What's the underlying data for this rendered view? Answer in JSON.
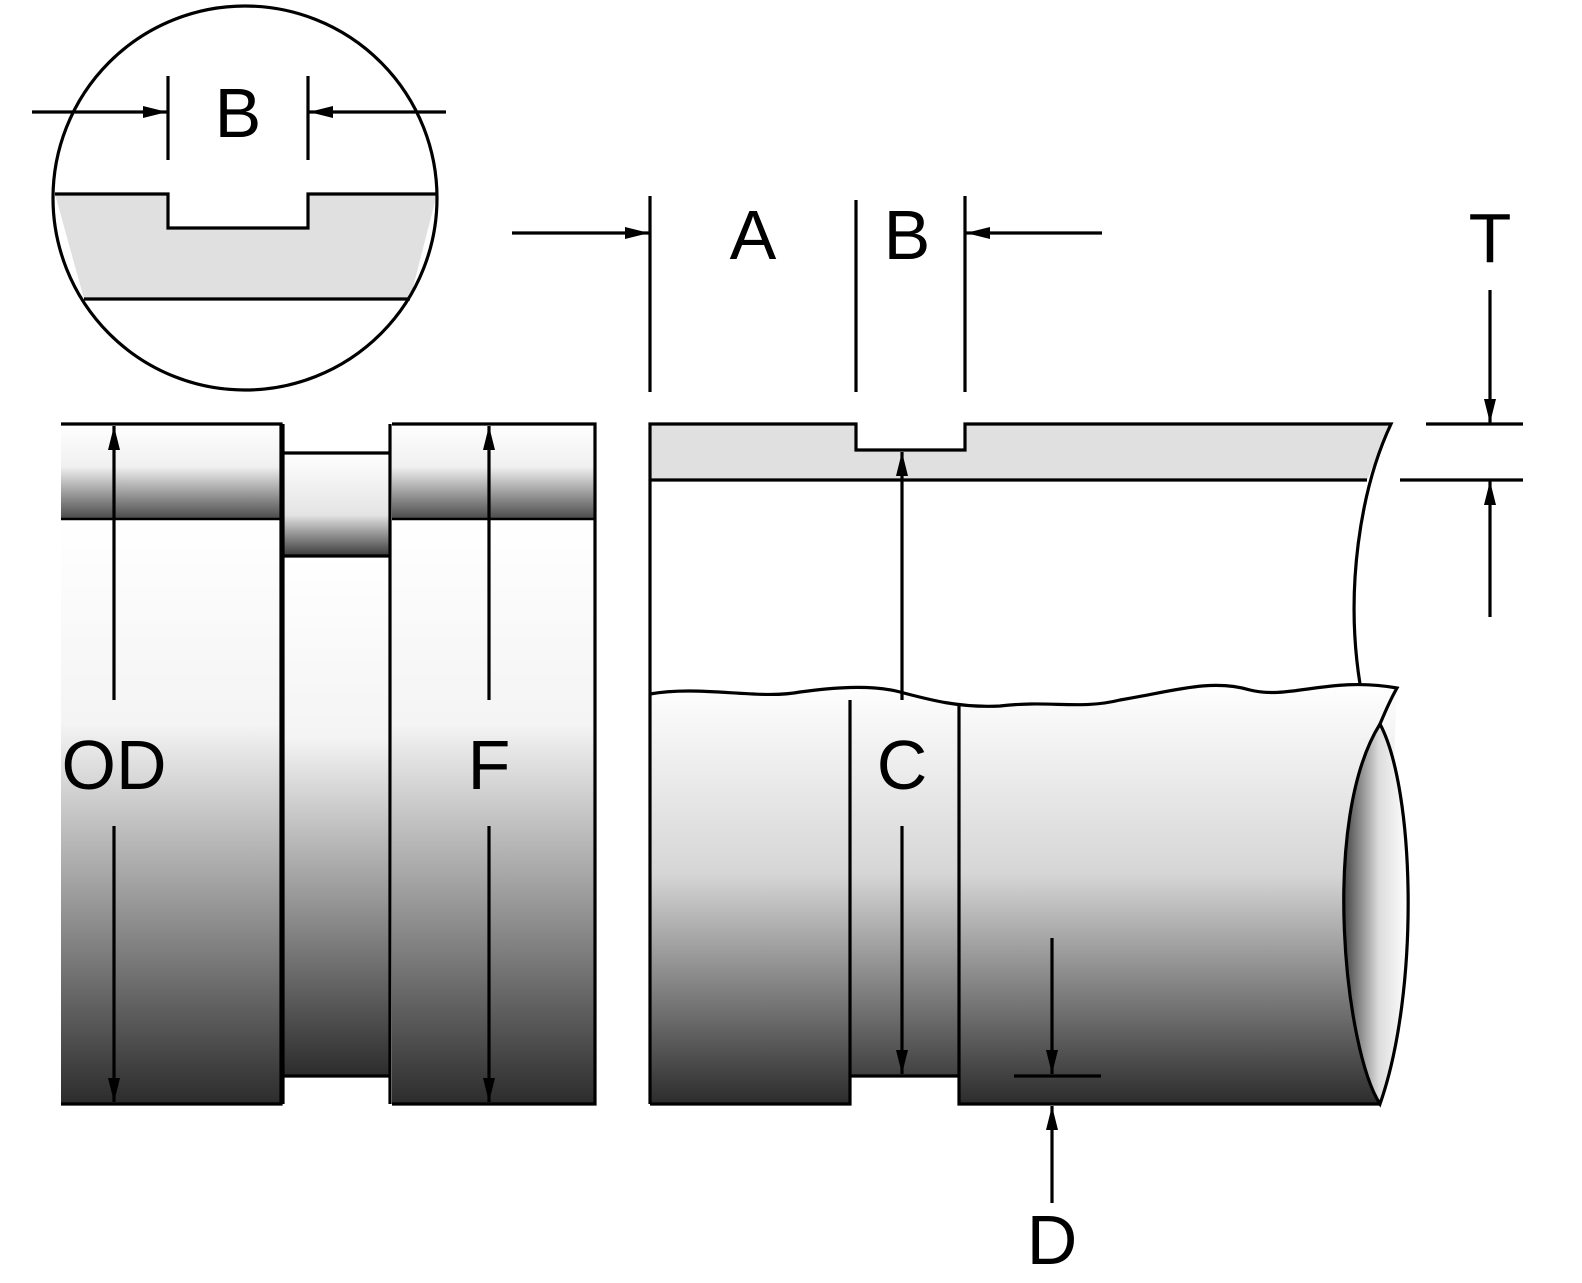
{
  "labels": {
    "detail_b": "B",
    "a": "A",
    "b": "B",
    "t": "T",
    "od": "OD",
    "f": "F",
    "c": "C",
    "d": "D"
  },
  "colors": {
    "line": "#000000",
    "wall_section": "#e0e0e0",
    "shade_dark": "#2a2a2a",
    "shade_light": "#ffffff"
  }
}
